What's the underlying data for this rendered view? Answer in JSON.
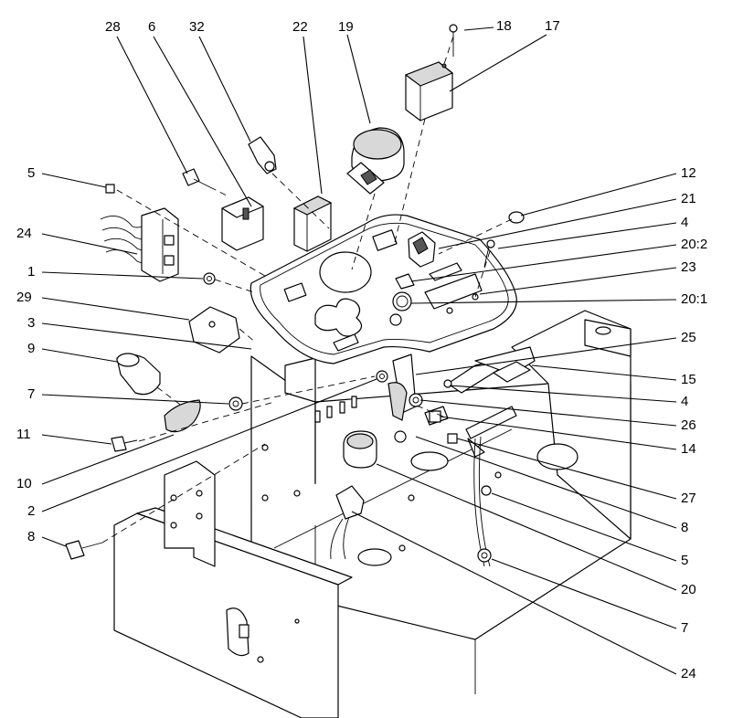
{
  "figure": {
    "callouts": [
      {
        "id": "c28",
        "label": "28"
      },
      {
        "id": "c6",
        "label": "6"
      },
      {
        "id": "c32",
        "label": "32"
      },
      {
        "id": "c22",
        "label": "22"
      },
      {
        "id": "c19",
        "label": "19"
      },
      {
        "id": "c18",
        "label": "18"
      },
      {
        "id": "c17",
        "label": "17"
      },
      {
        "id": "c5a",
        "label": "5"
      },
      {
        "id": "c12",
        "label": "12"
      },
      {
        "id": "c21",
        "label": "21"
      },
      {
        "id": "c24a",
        "label": "24"
      },
      {
        "id": "c4a",
        "label": "4"
      },
      {
        "id": "c20_2",
        "label": "20:2"
      },
      {
        "id": "c1",
        "label": "1"
      },
      {
        "id": "c23",
        "label": "23"
      },
      {
        "id": "c29",
        "label": "29"
      },
      {
        "id": "c20_1",
        "label": "20:1"
      },
      {
        "id": "c3",
        "label": "3"
      },
      {
        "id": "c25",
        "label": "25"
      },
      {
        "id": "c9",
        "label": "9"
      },
      {
        "id": "c15",
        "label": "15"
      },
      {
        "id": "c7a",
        "label": "7"
      },
      {
        "id": "c4b",
        "label": "4"
      },
      {
        "id": "c26",
        "label": "26"
      },
      {
        "id": "c11",
        "label": "11"
      },
      {
        "id": "c14",
        "label": "14"
      },
      {
        "id": "c10",
        "label": "10"
      },
      {
        "id": "c27",
        "label": "27"
      },
      {
        "id": "c2",
        "label": "2"
      },
      {
        "id": "c8a",
        "label": "8"
      },
      {
        "id": "c8b",
        "label": "8"
      },
      {
        "id": "c5b",
        "label": "5"
      },
      {
        "id": "c20",
        "label": "20"
      },
      {
        "id": "c7b",
        "label": "7"
      },
      {
        "id": "c24b",
        "label": "24"
      }
    ]
  }
}
